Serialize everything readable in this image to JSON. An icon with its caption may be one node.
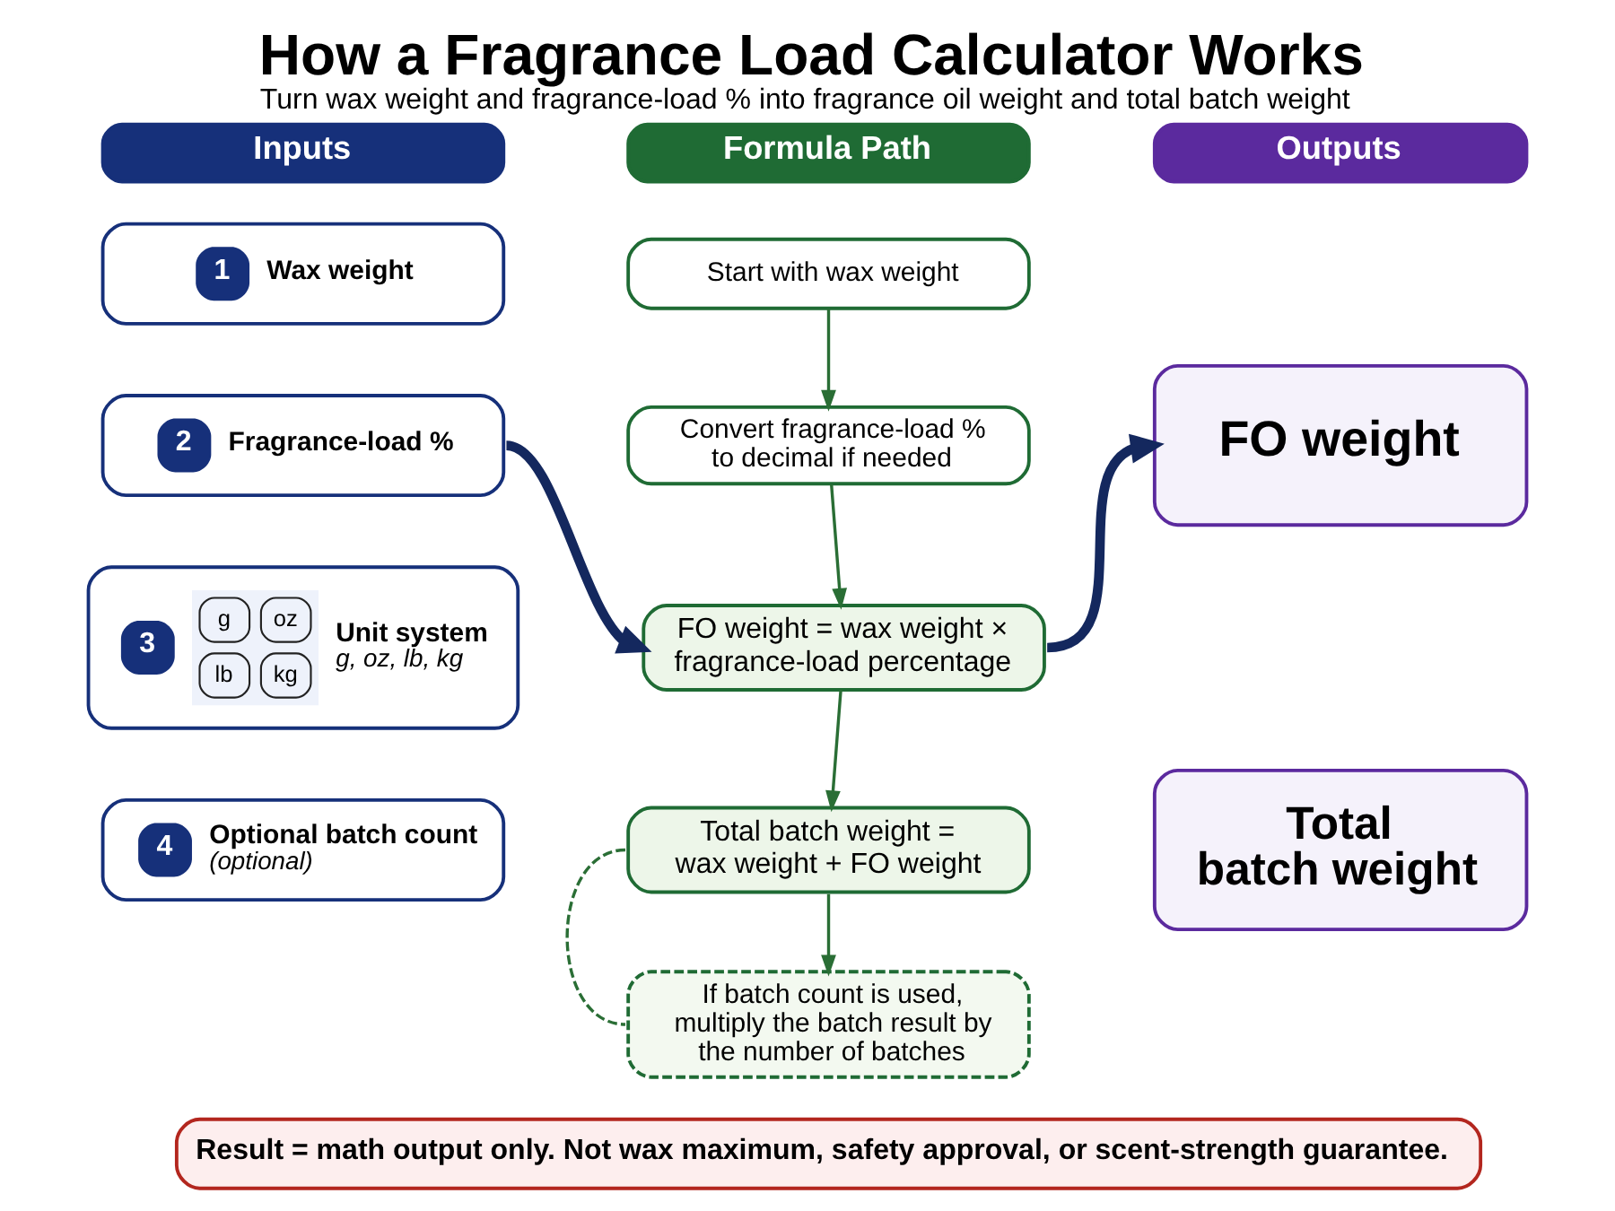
{
  "diagram": {
    "title": "How a Fragrance Load Calculator Works",
    "caption": "Turn wax weight and fragrance-load % into fragrance oil weight and total batch weight",
    "nodes": [
      {
        "text": [
          "Inputs"
        ]
      },
      {
        "text": [
          "1",
          "Wax weight"
        ]
      },
      {
        "text": [
          "2",
          "Fragrance-load %"
        ]
      },
      {
        "text": [
          "3",
          "g",
          "oz",
          "lb",
          "kg",
          "Unit system",
          "g, oz, lb, kg"
        ]
      },
      {
        "text": [
          "4",
          "Optional batch count",
          "(optional)"
        ]
      },
      {
        "text": [
          "Formula Path"
        ]
      },
      {
        "text": [
          "Start with wax weight"
        ]
      },
      {
        "text": [
          "Convert fragrance-load % to decimal if needed"
        ]
      },
      {
        "text": [
          "FO weight = wax weight × fragrance-load percentage"
        ]
      },
      {
        "text": [
          "Total batch weight = wax weight + FO weight"
        ]
      },
      {
        "text": [
          "If batch count is used, multiply the batch result by the number of batches"
        ]
      },
      {
        "text": [
          "Outputs"
        ]
      },
      {
        "text": [
          "FO weight"
        ]
      },
      {
        "text": [
          "Total batch weight"
        ]
      },
      {
        "text": [
          "Result = math output only. Not wax maximum, safety approval, or scent-strength guarantee."
        ]
      }
    ],
    "edges": [
      {
        "from": 6,
        "to": 7,
        "arrow": "to"
      },
      {
        "from": 7,
        "to": 8,
        "arrow": "to"
      },
      {
        "from": 8,
        "to": 9,
        "arrow": "to"
      },
      {
        "from": 9,
        "to": 10,
        "arrow": "to"
      },
      {
        "from": 9,
        "to": 10,
        "arrow": "none",
        "style": "dashed"
      },
      {
        "from": 2,
        "to": 8,
        "arrow": "to",
        "style": "thick",
        "color": "#14285e"
      },
      {
        "from": 8,
        "to": 12,
        "arrow": "to",
        "style": "thick",
        "color": "#14285e"
      }
    ]
  }
}
